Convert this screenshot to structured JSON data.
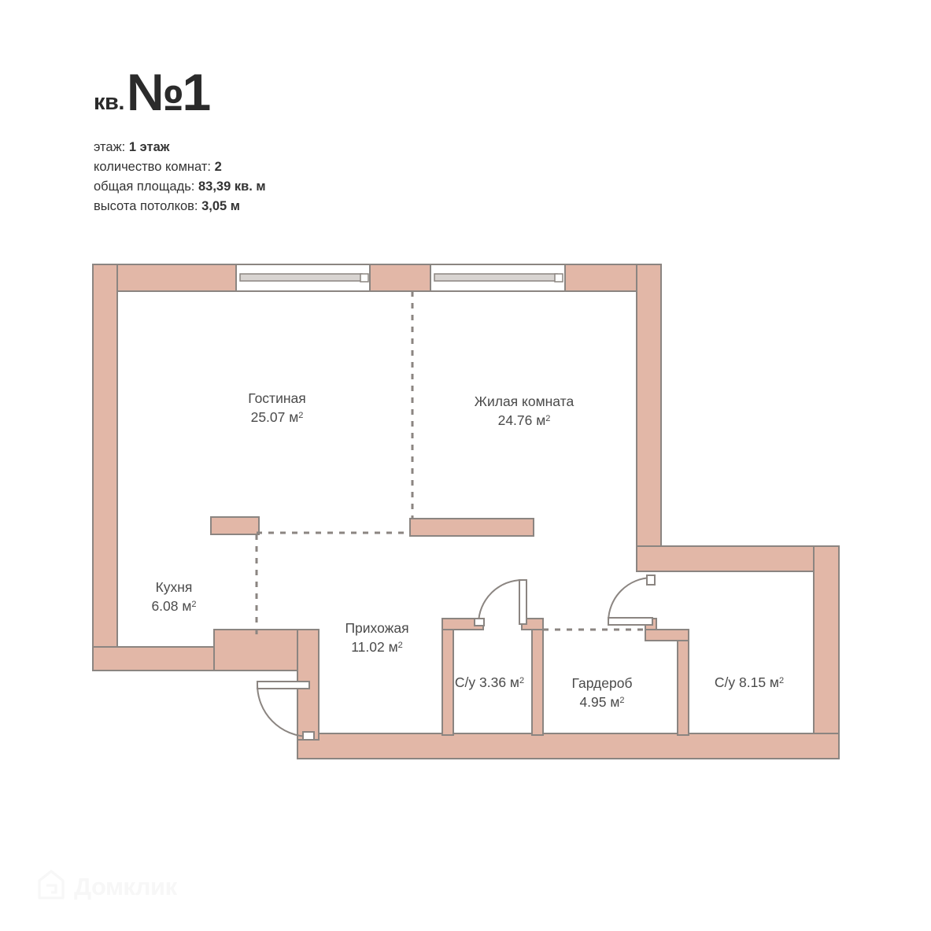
{
  "header": {
    "title_prefix": "кв.",
    "title_number": "№1",
    "meta": [
      {
        "label": "этаж:",
        "value": "1 этаж"
      },
      {
        "label": "количество комнат:",
        "value": "2"
      },
      {
        "label": "общая площадь:",
        "value": "83,39 кв. м"
      },
      {
        "label": "высота потолков:",
        "value": "3,05 м"
      }
    ]
  },
  "plan": {
    "rooms": [
      {
        "name": "Гостиная",
        "area": "25.07",
        "unit": "м",
        "sup": "2"
      },
      {
        "name": "Жилая комната",
        "area": "24.76",
        "unit": "м",
        "sup": "2"
      },
      {
        "name": "Кухня",
        "area": "6.08",
        "unit": "м",
        "sup": "2"
      },
      {
        "name": "Прихожая",
        "area": "11.02",
        "unit": "м",
        "sup": "2"
      },
      {
        "name": "С/у",
        "area": "3.36",
        "unit": "м",
        "sup": "2"
      },
      {
        "name": "Гардероб",
        "area": "4.95",
        "unit": "м",
        "sup": "2"
      },
      {
        "name": "С/у",
        "area": "8.15",
        "unit": "м",
        "sup": "2"
      }
    ],
    "inline_labels": {
      "bath_small": "С/у 3.36 м",
      "bath_large": "С/у 8.15 м"
    },
    "colors": {
      "wall_fill": "#e2b7a7",
      "wall_stroke": "#8b8581",
      "label_text": "#4a4a4a",
      "background": "#ffffff",
      "watermark": "#f7f7f7"
    }
  },
  "watermark": {
    "brand": "Домклик",
    "icon": "house-icon"
  }
}
